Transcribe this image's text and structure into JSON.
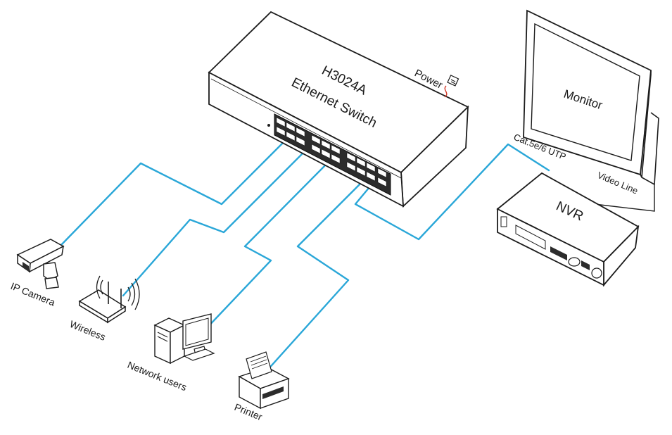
{
  "switch": {
    "model": "H3024A",
    "name": "Ethernet Switch",
    "power_label": "Power"
  },
  "devices": {
    "ip_camera": "IP Camera",
    "wireless": "Wireless",
    "network_users": "Network users",
    "printer": "Printer",
    "monitor": "Monitor",
    "nvr": "NVR"
  },
  "connections": {
    "cable_label": "Cat.5e/6 UTP",
    "video_label": "Video Line"
  },
  "colors": {
    "cable": "#2aa7d8",
    "outline": "#1c1c1c"
  }
}
